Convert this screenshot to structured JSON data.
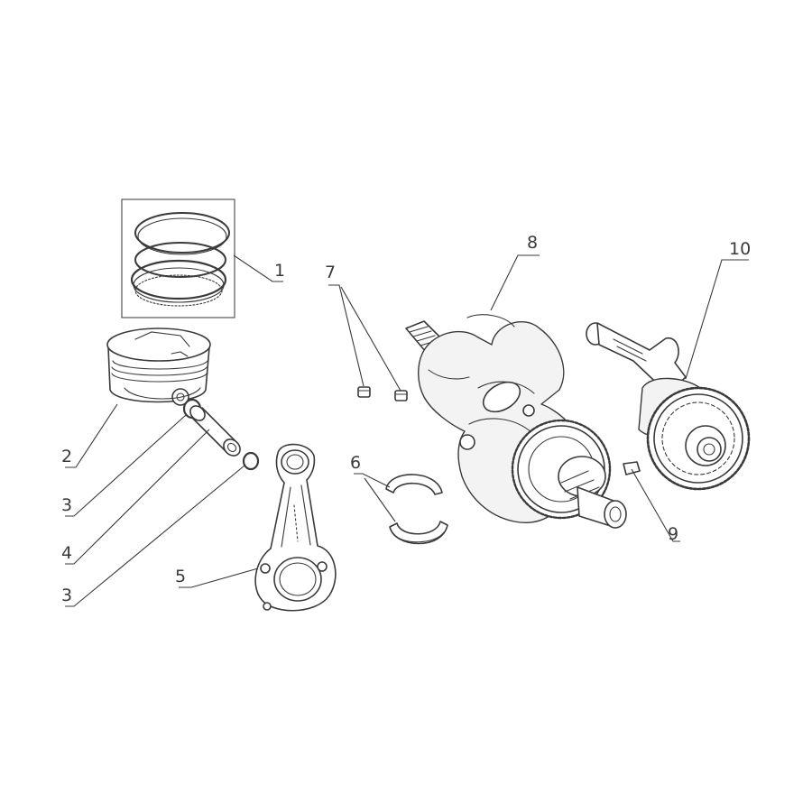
{
  "callouts": [
    {
      "id": "1",
      "label": "1",
      "part": "piston-ring-set"
    },
    {
      "id": "2",
      "label": "2",
      "part": "piston"
    },
    {
      "id": "3a",
      "label": "3",
      "part": "piston-pin-circlip"
    },
    {
      "id": "4",
      "label": "4",
      "part": "piston-pin"
    },
    {
      "id": "3b",
      "label": "3",
      "part": "piston-pin-circlip"
    },
    {
      "id": "5",
      "label": "5",
      "part": "connecting-rod"
    },
    {
      "id": "6",
      "label": "6",
      "part": "connecting-rod-bearing-shells"
    },
    {
      "id": "7",
      "label": "7",
      "part": "dowel-sleeves"
    },
    {
      "id": "8",
      "label": "8",
      "part": "crankshaft"
    },
    {
      "id": "9",
      "label": "9",
      "part": "woodruff-key"
    },
    {
      "id": "10",
      "label": "10",
      "part": "balance-shaft"
    }
  ],
  "colors": {
    "line": "#3a3a3a",
    "background": "#ffffff"
  }
}
